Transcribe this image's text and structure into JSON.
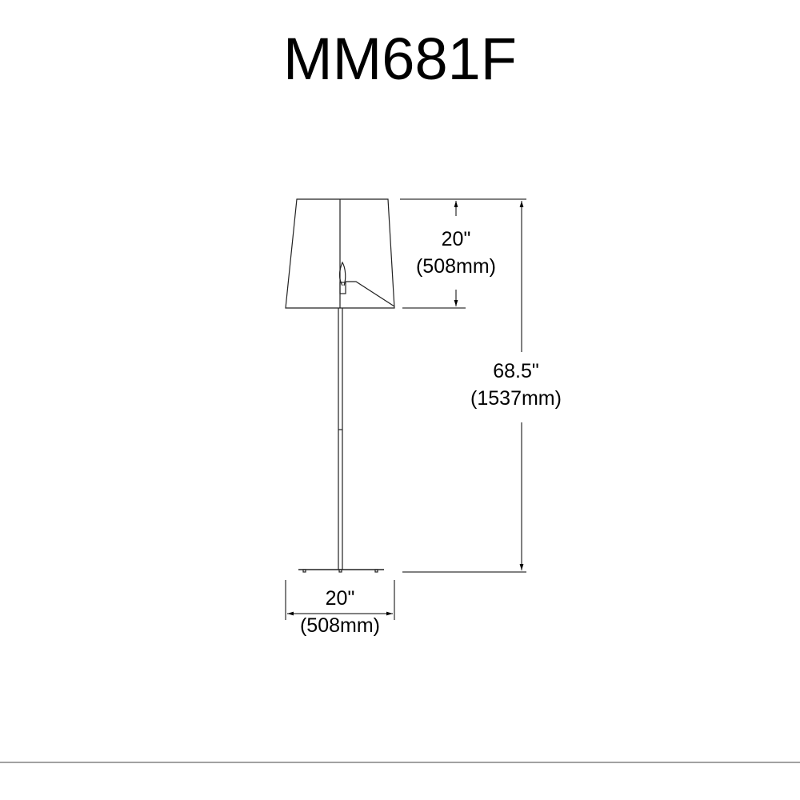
{
  "title": "MM681F",
  "dimensions": {
    "shade_height": {
      "imperial": "20\"",
      "metric": "(508mm)"
    },
    "overall_height": {
      "imperial": "68.5\"",
      "metric": "(1537mm)"
    },
    "base_width": {
      "imperial": "20\"",
      "metric": "(508mm)"
    }
  }
}
